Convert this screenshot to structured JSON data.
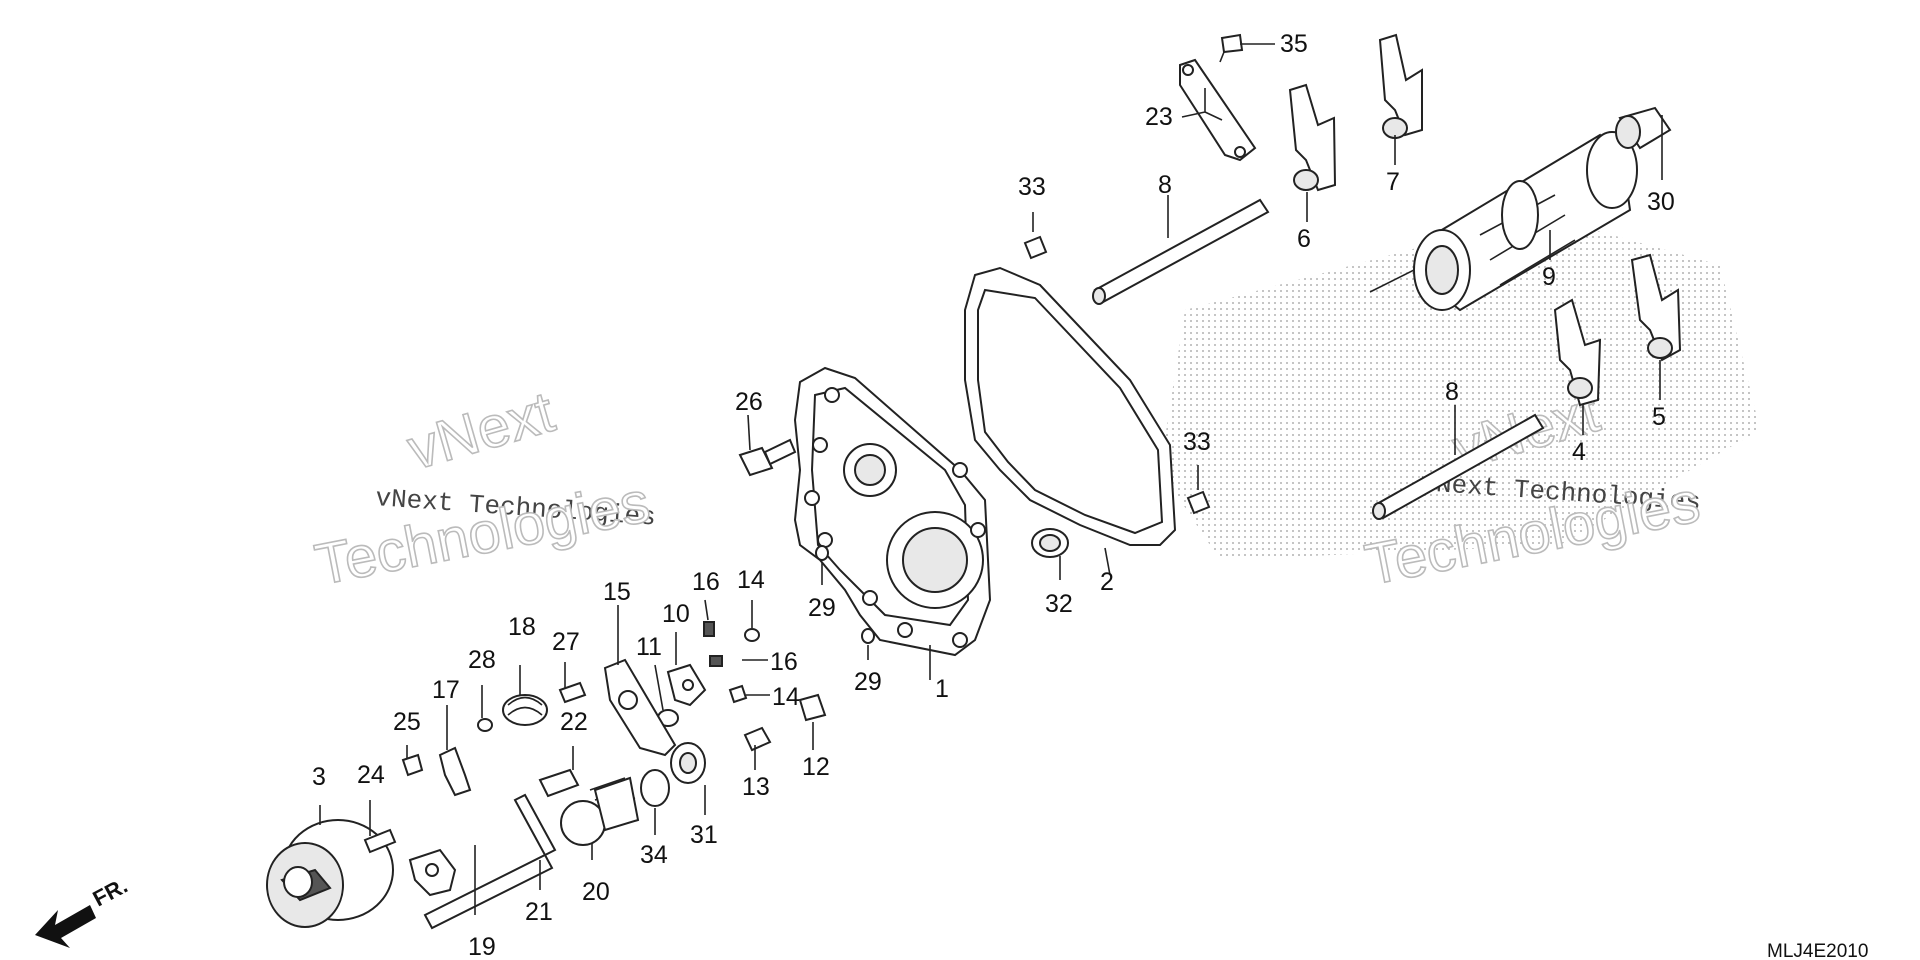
{
  "diagram_code": "MLJ4E2010",
  "direction_label": "FR.",
  "watermarks": [
    {
      "id": "left",
      "top": "vNext",
      "small": "vNext Technologies",
      "big": "Technologies"
    },
    {
      "id": "right",
      "top": "vNext",
      "small": "vNext Technologies",
      "big": "Technologies"
    }
  ],
  "callouts": [
    {
      "id": "c1",
      "label": "1"
    },
    {
      "id": "c2",
      "label": "2"
    },
    {
      "id": "c3",
      "label": "3"
    },
    {
      "id": "c4",
      "label": "4"
    },
    {
      "id": "c5",
      "label": "5"
    },
    {
      "id": "c6",
      "label": "6"
    },
    {
      "id": "c7",
      "label": "7"
    },
    {
      "id": "c8a",
      "label": "8"
    },
    {
      "id": "c8b",
      "label": "8"
    },
    {
      "id": "c9",
      "label": "9"
    },
    {
      "id": "c10",
      "label": "10"
    },
    {
      "id": "c11",
      "label": "11"
    },
    {
      "id": "c12",
      "label": "12"
    },
    {
      "id": "c13",
      "label": "13"
    },
    {
      "id": "c14a",
      "label": "14"
    },
    {
      "id": "c14b",
      "label": "14"
    },
    {
      "id": "c15",
      "label": "15"
    },
    {
      "id": "c16a",
      "label": "16"
    },
    {
      "id": "c16b",
      "label": "16"
    },
    {
      "id": "c17",
      "label": "17"
    },
    {
      "id": "c18",
      "label": "18"
    },
    {
      "id": "c19",
      "label": "19"
    },
    {
      "id": "c20",
      "label": "20"
    },
    {
      "id": "c21",
      "label": "21"
    },
    {
      "id": "c22",
      "label": "22"
    },
    {
      "id": "c23",
      "label": "23"
    },
    {
      "id": "c24",
      "label": "24"
    },
    {
      "id": "c25",
      "label": "25"
    },
    {
      "id": "c26",
      "label": "26"
    },
    {
      "id": "c27",
      "label": "27"
    },
    {
      "id": "c28",
      "label": "28"
    },
    {
      "id": "c29a",
      "label": "29"
    },
    {
      "id": "c29b",
      "label": "29"
    },
    {
      "id": "c30",
      "label": "30"
    },
    {
      "id": "c31",
      "label": "31"
    },
    {
      "id": "c32",
      "label": "32"
    },
    {
      "id": "c33a",
      "label": "33"
    },
    {
      "id": "c33b",
      "label": "33"
    },
    {
      "id": "c34",
      "label": "34"
    },
    {
      "id": "c35",
      "label": "35"
    }
  ]
}
